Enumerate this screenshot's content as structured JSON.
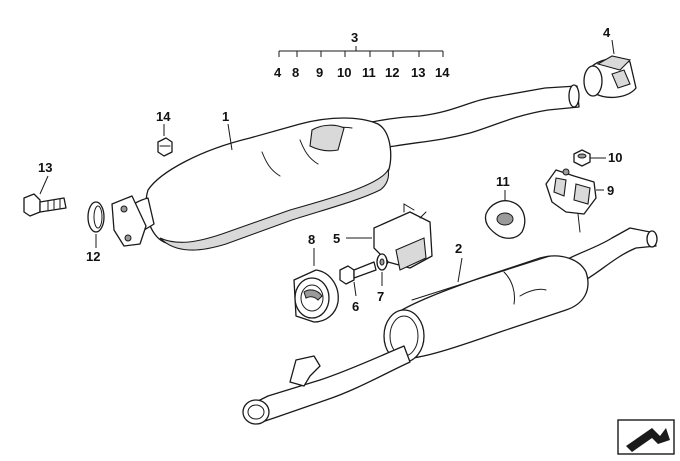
{
  "diagram": {
    "callouts": {
      "c1": "1",
      "c2": "2",
      "c3": "3",
      "c4_top": "4",
      "c4_row": "4",
      "c5": "5",
      "c6": "6",
      "c7": "7",
      "c8_top": "8",
      "c8_row": "8",
      "c9_row": "9",
      "c9": "9",
      "c10_row": "10",
      "c10": "10",
      "c11_row": "11",
      "c11": "11",
      "c12_row": "12",
      "c12": "12",
      "c13_row": "13",
      "c13": "13",
      "c14_row": "14",
      "c14": "14"
    },
    "icons": {
      "catalog_symbol": "arrow-symbol-icon"
    }
  }
}
